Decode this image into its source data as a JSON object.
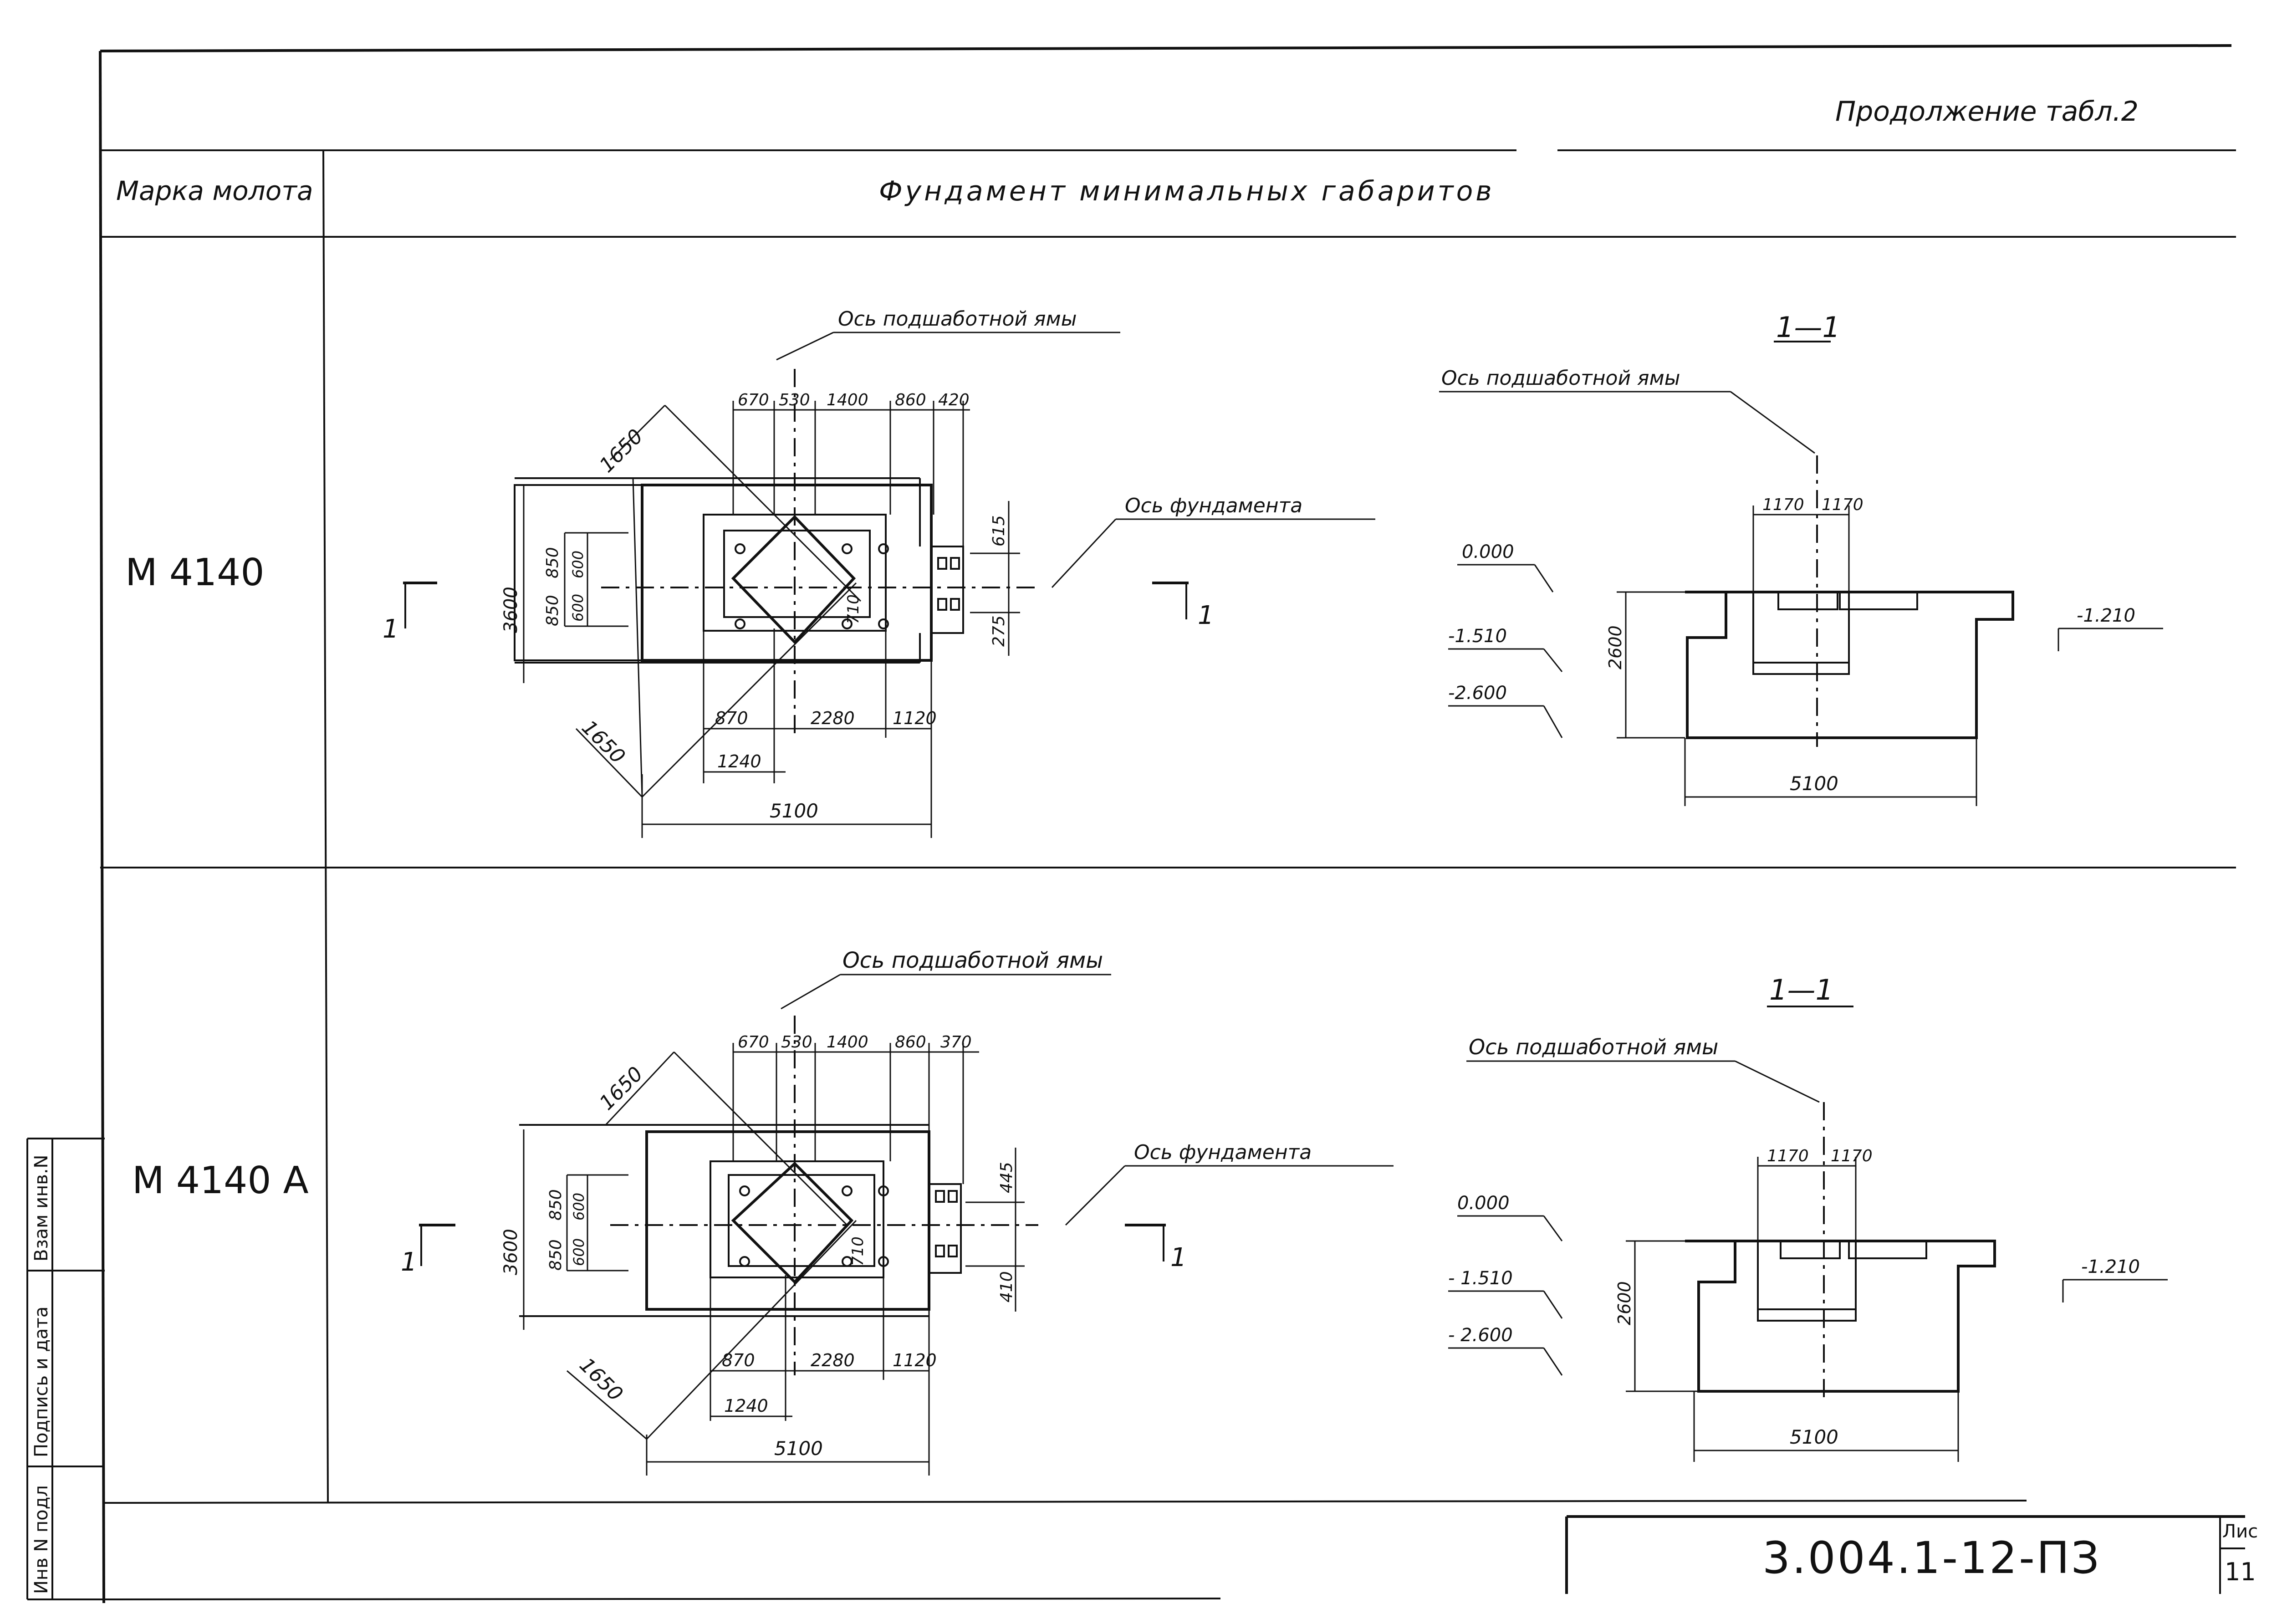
{
  "header": {
    "continuation": "Продолжение табл.2",
    "col_hammer": "Марка молота",
    "col_foundation": "Фундамент минимальных габаритов"
  },
  "rows": [
    {
      "hammer": "М 4140",
      "plan": {
        "pit_axis": "Ось подшаботной ямы",
        "foundation_axis": "Ось фундамента",
        "top_dims": [
          "670",
          "530",
          "1400",
          "860",
          "420"
        ],
        "left_dims": [
          "850",
          "600",
          "600",
          "850"
        ],
        "right_dims": [
          "615",
          "275"
        ],
        "inner_dim": "710",
        "bottom_dims": [
          "870",
          "2280",
          "1120"
        ],
        "sub_dim": "1240",
        "total_width": "5100",
        "height": "3600",
        "diag_top": "1650",
        "diag_bottom": "1650",
        "section_mark_left": "1",
        "section_mark_right": "1"
      },
      "section": {
        "title": "1—1",
        "pit_axis": "Ось подшаботной ямы",
        "top_dims": [
          "1170",
          "1170"
        ],
        "levels": [
          "0.000",
          "-1.510",
          "-2.600"
        ],
        "right_level": "-1.210",
        "depth": "2600",
        "width": "5100"
      }
    },
    {
      "hammer": "М 4140 А",
      "plan": {
        "pit_axis": "Ось подшаботной ямы",
        "foundation_axis": "Ось фундамента",
        "top_dims": [
          "670",
          "530",
          "1400",
          "860",
          "370"
        ],
        "left_dims": [
          "850",
          "600",
          "600",
          "850"
        ],
        "right_dims": [
          "445",
          "410"
        ],
        "inner_dim": "710",
        "bottom_dims": [
          "870",
          "2280",
          "1120"
        ],
        "sub_dim": "1240",
        "total_width": "5100",
        "height": "3600",
        "diag_top": "1650",
        "diag_bottom": "1650",
        "section_mark_left": "1",
        "section_mark_right": "1"
      },
      "section": {
        "title": "1—1",
        "pit_axis": "Ось подшаботной ямы",
        "top_dims": [
          "1170",
          "1170"
        ],
        "levels": [
          "0.000",
          "- 1.510",
          "- 2.600"
        ],
        "right_level": "-1.210",
        "depth": "2600",
        "width": "5100"
      }
    }
  ],
  "side_stamp": [
    "Инв N подл",
    "Подпись и дата",
    "Взам инв.N"
  ],
  "title_block": {
    "doc_number": "3.004.1-12-ПЗ",
    "sheet_label": "Лис",
    "sheet_number": "11"
  }
}
